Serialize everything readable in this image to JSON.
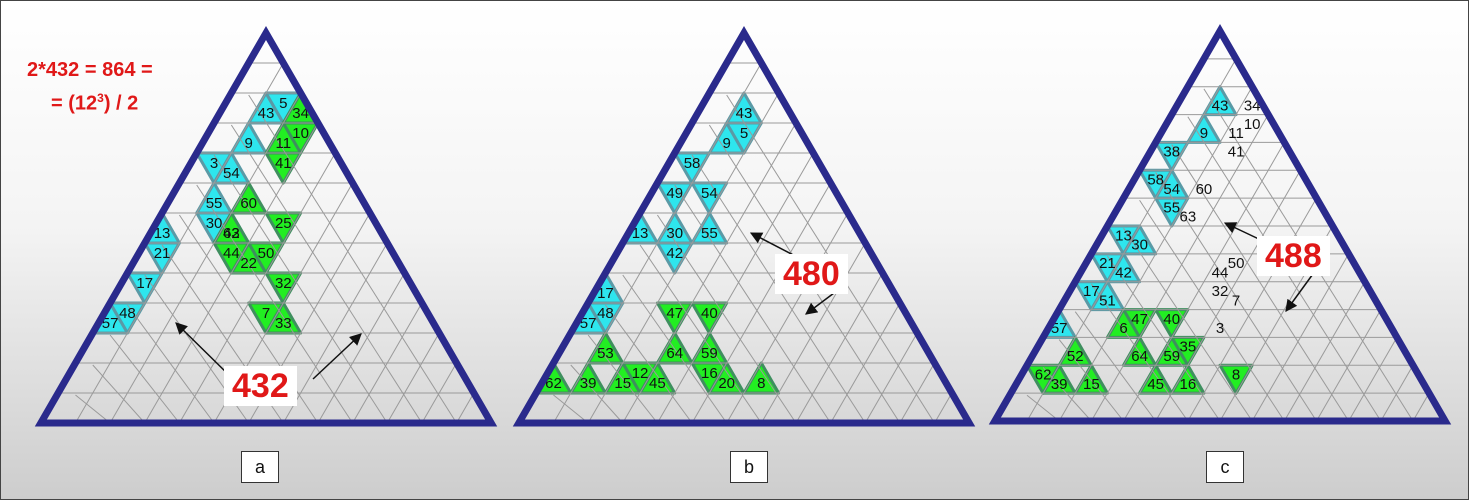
{
  "formula": {
    "line1": "2*432 = 864 =",
    "line2_prefix": "= (12",
    "line2_exp": "3",
    "line2_suffix": ") / 2"
  },
  "colors": {
    "cyan": "#2ee6ee",
    "green": "#22ee22",
    "outline": "#2a2a8c",
    "grid": "#9a9a9a",
    "label": "#e01818"
  },
  "panels": [
    {
      "caption": "a",
      "callout": "432",
      "cells": [
        [
          "43",
          2,
          2,
          "c"
        ],
        [
          "5",
          2,
          3,
          "c"
        ],
        [
          "9",
          3,
          2,
          "c"
        ],
        [
          "3",
          4,
          1,
          "c"
        ],
        [
          "54",
          4,
          2,
          "c"
        ],
        [
          "55",
          5,
          2,
          "c"
        ],
        [
          "30",
          6,
          3,
          "c"
        ],
        [
          "42",
          6,
          4,
          "c"
        ],
        [
          "13",
          6,
          0,
          "c"
        ],
        [
          "21",
          7,
          1,
          "c"
        ],
        [
          "17",
          8,
          1,
          "c"
        ],
        [
          "48",
          9,
          1,
          "c"
        ],
        [
          "57",
          9,
          0,
          "c"
        ],
        [
          "34",
          2,
          4,
          "g"
        ],
        [
          "11",
          3,
          4,
          "g"
        ],
        [
          "10",
          3,
          5,
          "g"
        ],
        [
          "41",
          4,
          5,
          "g"
        ],
        [
          "60",
          5,
          4,
          "g"
        ],
        [
          "63",
          6,
          4,
          "g"
        ],
        [
          "22",
          7,
          6,
          "g"
        ],
        [
          "44",
          7,
          5,
          "g"
        ],
        [
          "25",
          6,
          7,
          "g"
        ],
        [
          "50",
          7,
          7,
          "g"
        ],
        [
          "32",
          8,
          9,
          "g"
        ],
        [
          "7",
          9,
          9,
          "g"
        ],
        [
          "33",
          9,
          10,
          "g"
        ]
      ]
    },
    {
      "caption": "b",
      "callout": "480",
      "cells": [
        [
          "43",
          2,
          2,
          "c"
        ],
        [
          "9",
          3,
          2,
          "c"
        ],
        [
          "5",
          3,
          3,
          "c"
        ],
        [
          "58",
          4,
          1,
          "c"
        ],
        [
          "54",
          5,
          3,
          "c"
        ],
        [
          "49",
          5,
          1,
          "c"
        ],
        [
          "55",
          6,
          4,
          "c"
        ],
        [
          "13",
          6,
          0,
          "c"
        ],
        [
          "30",
          6,
          2,
          "c"
        ],
        [
          "42",
          7,
          3,
          "c"
        ],
        [
          "17",
          8,
          0,
          "c"
        ],
        [
          "48",
          9,
          1,
          "c"
        ],
        [
          "57",
          9,
          0,
          "c"
        ],
        [
          "47",
          9,
          5,
          "g"
        ],
        [
          "40",
          9,
          7,
          "g"
        ],
        [
          "64",
          10,
          6,
          "g"
        ],
        [
          "59",
          10,
          8,
          "g"
        ],
        [
          "53",
          10,
          2,
          "g"
        ],
        [
          "62",
          11,
          0,
          "g"
        ],
        [
          "39",
          11,
          2,
          "g"
        ],
        [
          "12",
          11,
          5,
          "g"
        ],
        [
          "15",
          11,
          4,
          "g"
        ],
        [
          "45",
          11,
          6,
          "g"
        ],
        [
          "16",
          11,
          9,
          "g"
        ],
        [
          "20",
          11,
          10,
          "g"
        ],
        [
          "8",
          11,
          12,
          "g"
        ]
      ]
    },
    {
      "caption": "c",
      "callout": "488",
      "cells": [
        [
          "43",
          2,
          2,
          "c"
        ],
        [
          "34",
          2,
          4,
          "w"
        ],
        [
          "11",
          3,
          4,
          "w"
        ],
        [
          "10",
          3,
          5,
          "w"
        ],
        [
          "41",
          4,
          5,
          "w"
        ],
        [
          "9",
          3,
          2,
          "c"
        ],
        [
          "38",
          4,
          1,
          "c"
        ],
        [
          "58",
          5,
          1,
          "c"
        ],
        [
          "54",
          5,
          2,
          "c"
        ],
        [
          "60",
          5,
          4,
          "w"
        ],
        [
          "63",
          6,
          4,
          "w"
        ],
        [
          "55",
          6,
          3,
          "c"
        ],
        [
          "13",
          7,
          1,
          "c"
        ],
        [
          "30",
          7,
          2,
          "c"
        ],
        [
          "21",
          8,
          1,
          "c"
        ],
        [
          "42",
          8,
          2,
          "c"
        ],
        [
          "17",
          9,
          1,
          "c"
        ],
        [
          "51",
          9,
          2,
          "c"
        ],
        [
          "44",
          8,
          8,
          "w"
        ],
        [
          "50",
          8,
          9,
          "w"
        ],
        [
          "32",
          9,
          9,
          "w"
        ],
        [
          "7",
          9,
          10,
          "w"
        ],
        [
          "3",
          10,
          10,
          "w"
        ],
        [
          "57",
          10,
          0,
          "c"
        ],
        [
          "47",
          10,
          5,
          "g"
        ],
        [
          "40",
          10,
          7,
          "g"
        ],
        [
          "6",
          10,
          4,
          "g"
        ],
        [
          "64",
          11,
          6,
          "g"
        ],
        [
          "59",
          11,
          8,
          "g"
        ],
        [
          "62",
          12,
          1,
          "g"
        ],
        [
          "52",
          11,
          2,
          "g"
        ],
        [
          "39",
          12,
          2,
          "g"
        ],
        [
          "15",
          12,
          4,
          "g"
        ],
        [
          "35",
          11,
          9,
          "g"
        ],
        [
          "45",
          12,
          8,
          "g"
        ],
        [
          "16",
          12,
          10,
          "g"
        ],
        [
          "8",
          12,
          13,
          "g"
        ]
      ]
    }
  ]
}
